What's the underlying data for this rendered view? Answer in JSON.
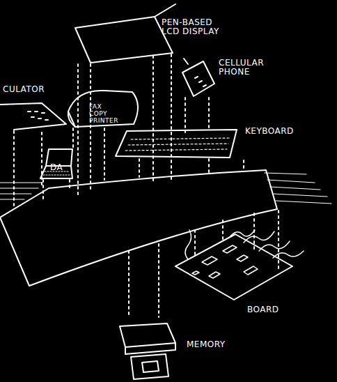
{
  "diagram": {
    "labels": [
      "PEN-BASED LCD DISPLAY",
      "CELLULAR PHONE",
      "CULATOR",
      "FAX COPY PRINTER",
      "KEYBOARD",
      "DA",
      "BOARD",
      "MEMORY"
    ]
  }
}
